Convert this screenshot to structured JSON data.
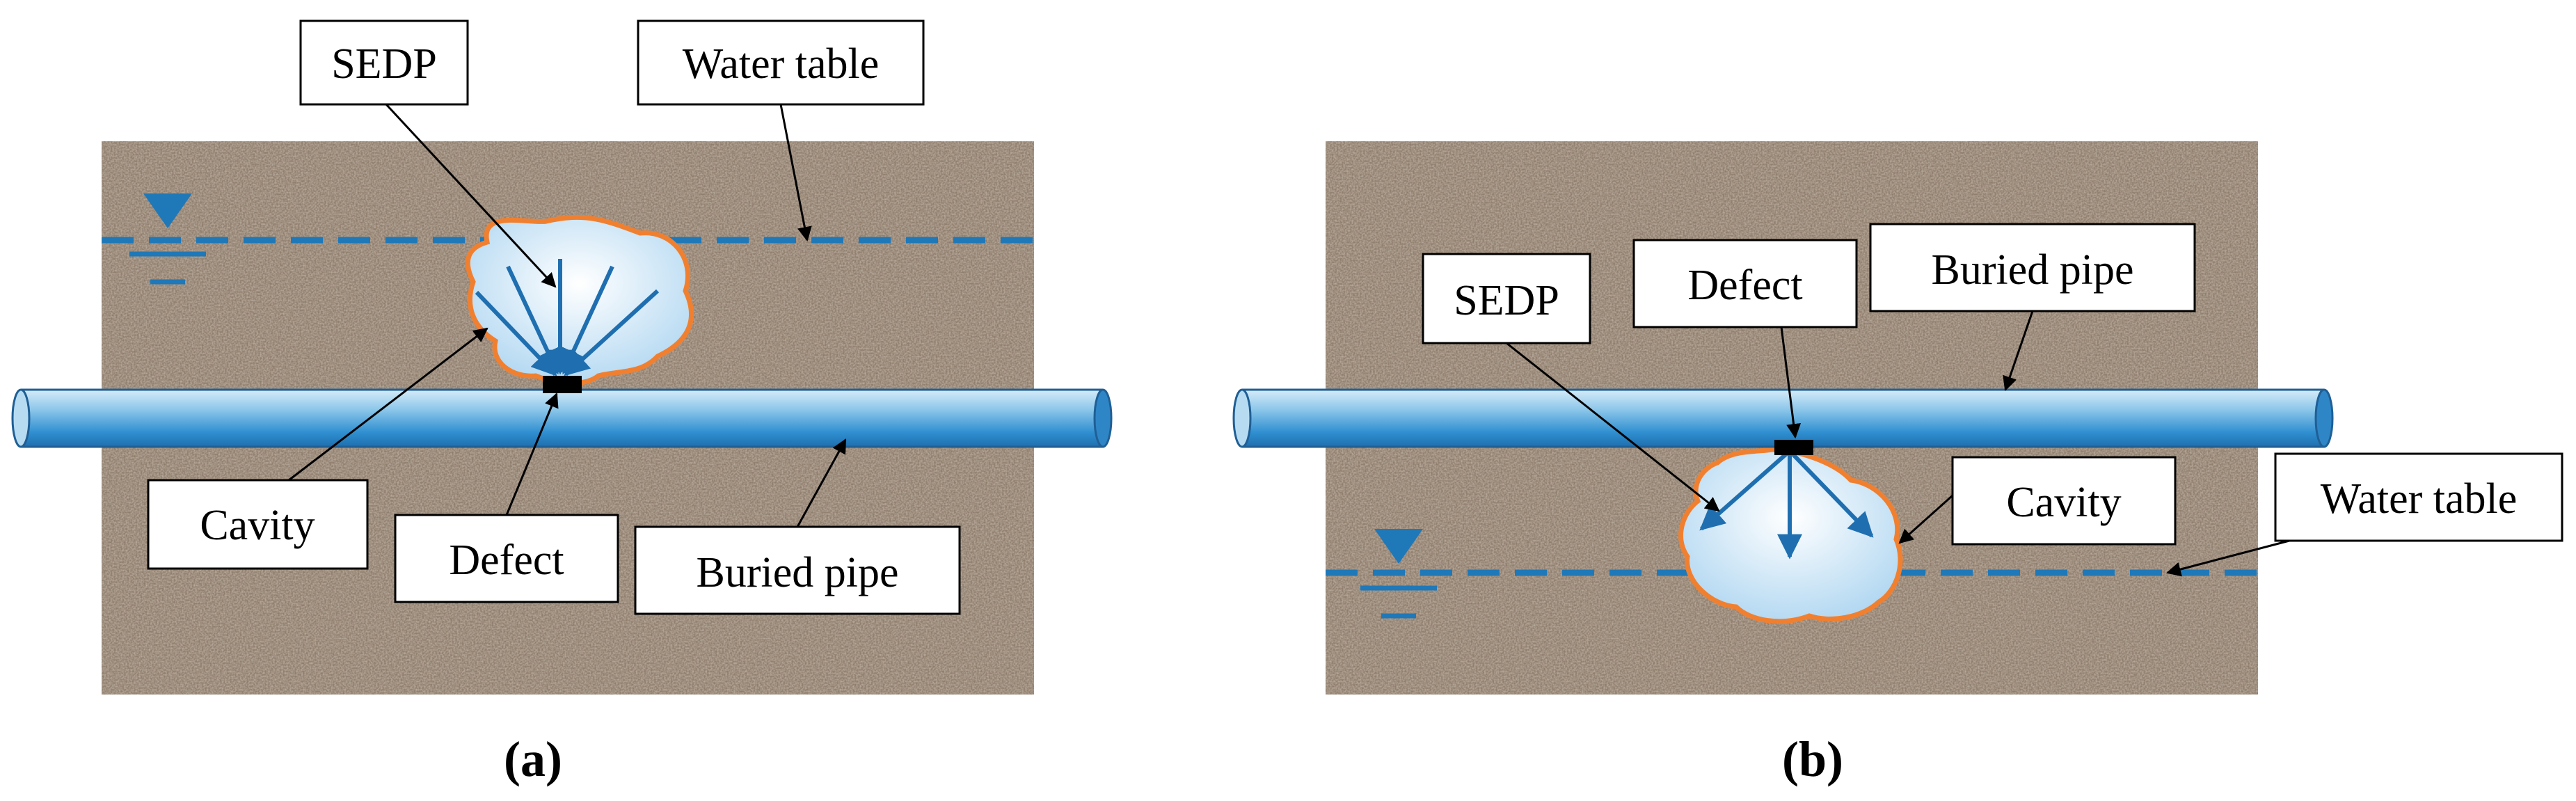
{
  "panels": [
    {
      "id": "a",
      "caption": "(a)",
      "labels": {
        "sedp": "SEDP",
        "water_table": "Water table",
        "cavity": "Cavity",
        "defect": "Defect",
        "buried_pipe": "Buried pipe"
      }
    },
    {
      "id": "b",
      "caption": "(b)",
      "labels": {
        "sedp": "SEDP",
        "defect": "Defect",
        "buried_pipe": "Buried pipe",
        "cavity": "Cavity",
        "water_table": "Water table"
      }
    }
  ],
  "colors": {
    "soil": "#8f7d6c",
    "pipe_dark": "#2a86c8",
    "pipe_light": "#e8f4fb",
    "water_line": "#1f78b8",
    "cavity_outline": "#f08030",
    "cavity_fill": "#cfe6f5",
    "flow_arrow": "#1f6fb0",
    "defect": "#000000"
  }
}
